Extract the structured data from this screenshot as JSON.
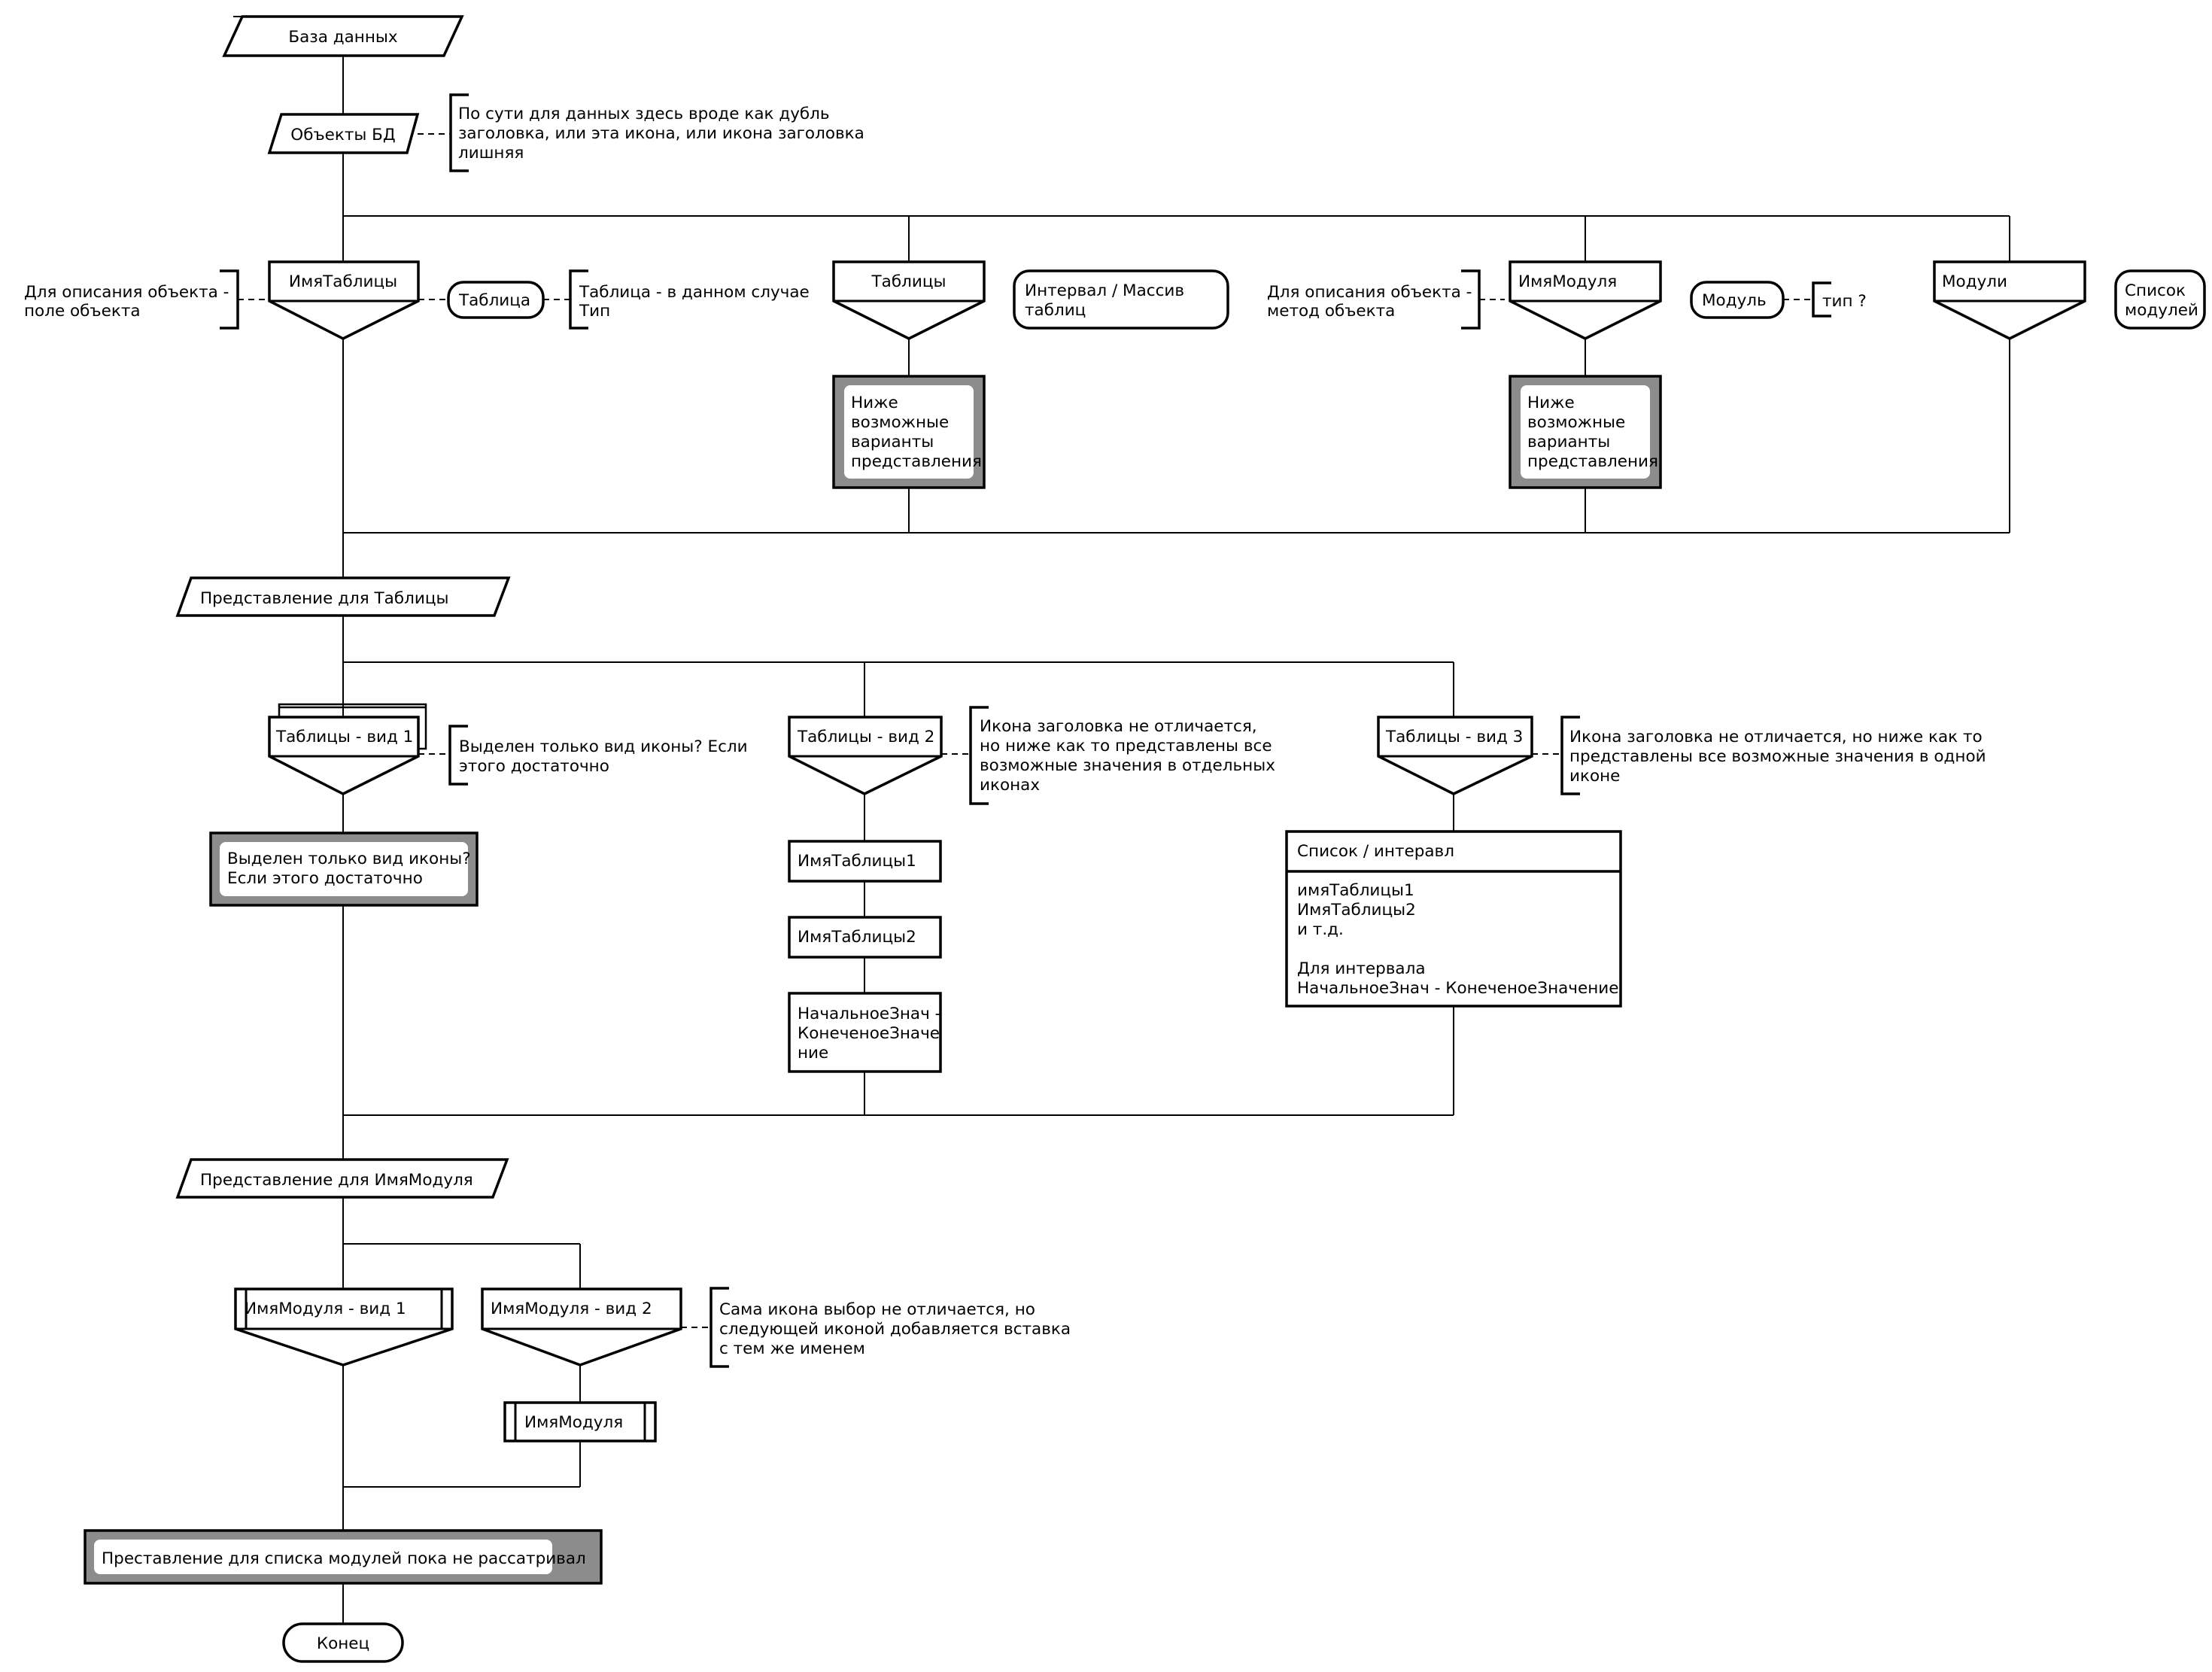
{
  "start": {
    "label": "База данных"
  },
  "objects": {
    "label": "Объекты БД"
  },
  "notes": {
    "dub": [
      "По сути для данных здесь вроде как дубль",
      "заголовка, или эта икона, или икона заголовка",
      "лишняя"
    ],
    "field": [
      "Для описания объекта -",
      "поле объекта"
    ],
    "tabletype": [
      "Таблица - в данном случае",
      "Тип"
    ],
    "method": [
      "Для описания объекта -",
      "метод объекта"
    ],
    "modtype": [
      "тип ?"
    ],
    "vid1": [
      "Выделен только вид иконы? Если",
      "этого достаточно"
    ],
    "vid2": [
      "Икона заголовка не отличается,",
      "но ниже как то представлены все",
      "возможные значения в отдельных",
      "иконах"
    ],
    "vid3": [
      "Икона заголовка не отличается, но ниже как то",
      "представлены все возможные значения в одной",
      "иконе"
    ],
    "modvid2": [
      "Сама икона выбор не отличается, но",
      "следующей иконой добавляется вставка",
      "с тем же именем"
    ]
  },
  "branches": {
    "tablename": {
      "label": "ИмяТаблицы",
      "type_label": "Таблица"
    },
    "tables": {
      "label": "Таблицы",
      "type_label": [
        "Интервал / Массив",
        "таблиц"
      ],
      "note": [
        "Ниже",
        "возможные",
        "варианты",
        "представления"
      ]
    },
    "modulename": {
      "label": "ИмяМодуля",
      "type_label": "Модуль",
      "note": [
        "Ниже",
        "возможные",
        "варианты",
        "представления"
      ]
    },
    "modules": {
      "label": "Модули",
      "type_label": [
        "Список",
        "модулей"
      ]
    }
  },
  "table_view": {
    "header": "Представление для Таблицы",
    "v1": {
      "label": "Таблицы - вид 1",
      "note": [
        "Выделен только вид иконы?",
        "Если этого достаточно"
      ]
    },
    "v2": {
      "label": "Таблицы - вид 2",
      "items": [
        "ИмяТаблицы1",
        "ИмяТаблицы2"
      ],
      "range": [
        "НачальноеЗнач -",
        "КонеченоеЗначе",
        "ние"
      ]
    },
    "v3": {
      "label": "Таблицы - вид 3",
      "title": "Список / интеравл",
      "body": [
        "имяТаблицы1",
        "ИмяТаблицы2",
        "и т.д.",
        "",
        "Для интервала",
        "НачальноеЗнач - КонеченоеЗначение"
      ]
    }
  },
  "module_view": {
    "header": "Представление для ИмяМодуля",
    "v1": {
      "label": "ИмяМодуля - вид 1"
    },
    "v2": {
      "label": "ИмяМодуля - вид 2",
      "insert": "ИмяМодуля"
    }
  },
  "module_list_note": "Преставление для списка модулей пока не рассатривал",
  "end": {
    "label": "Конец"
  }
}
